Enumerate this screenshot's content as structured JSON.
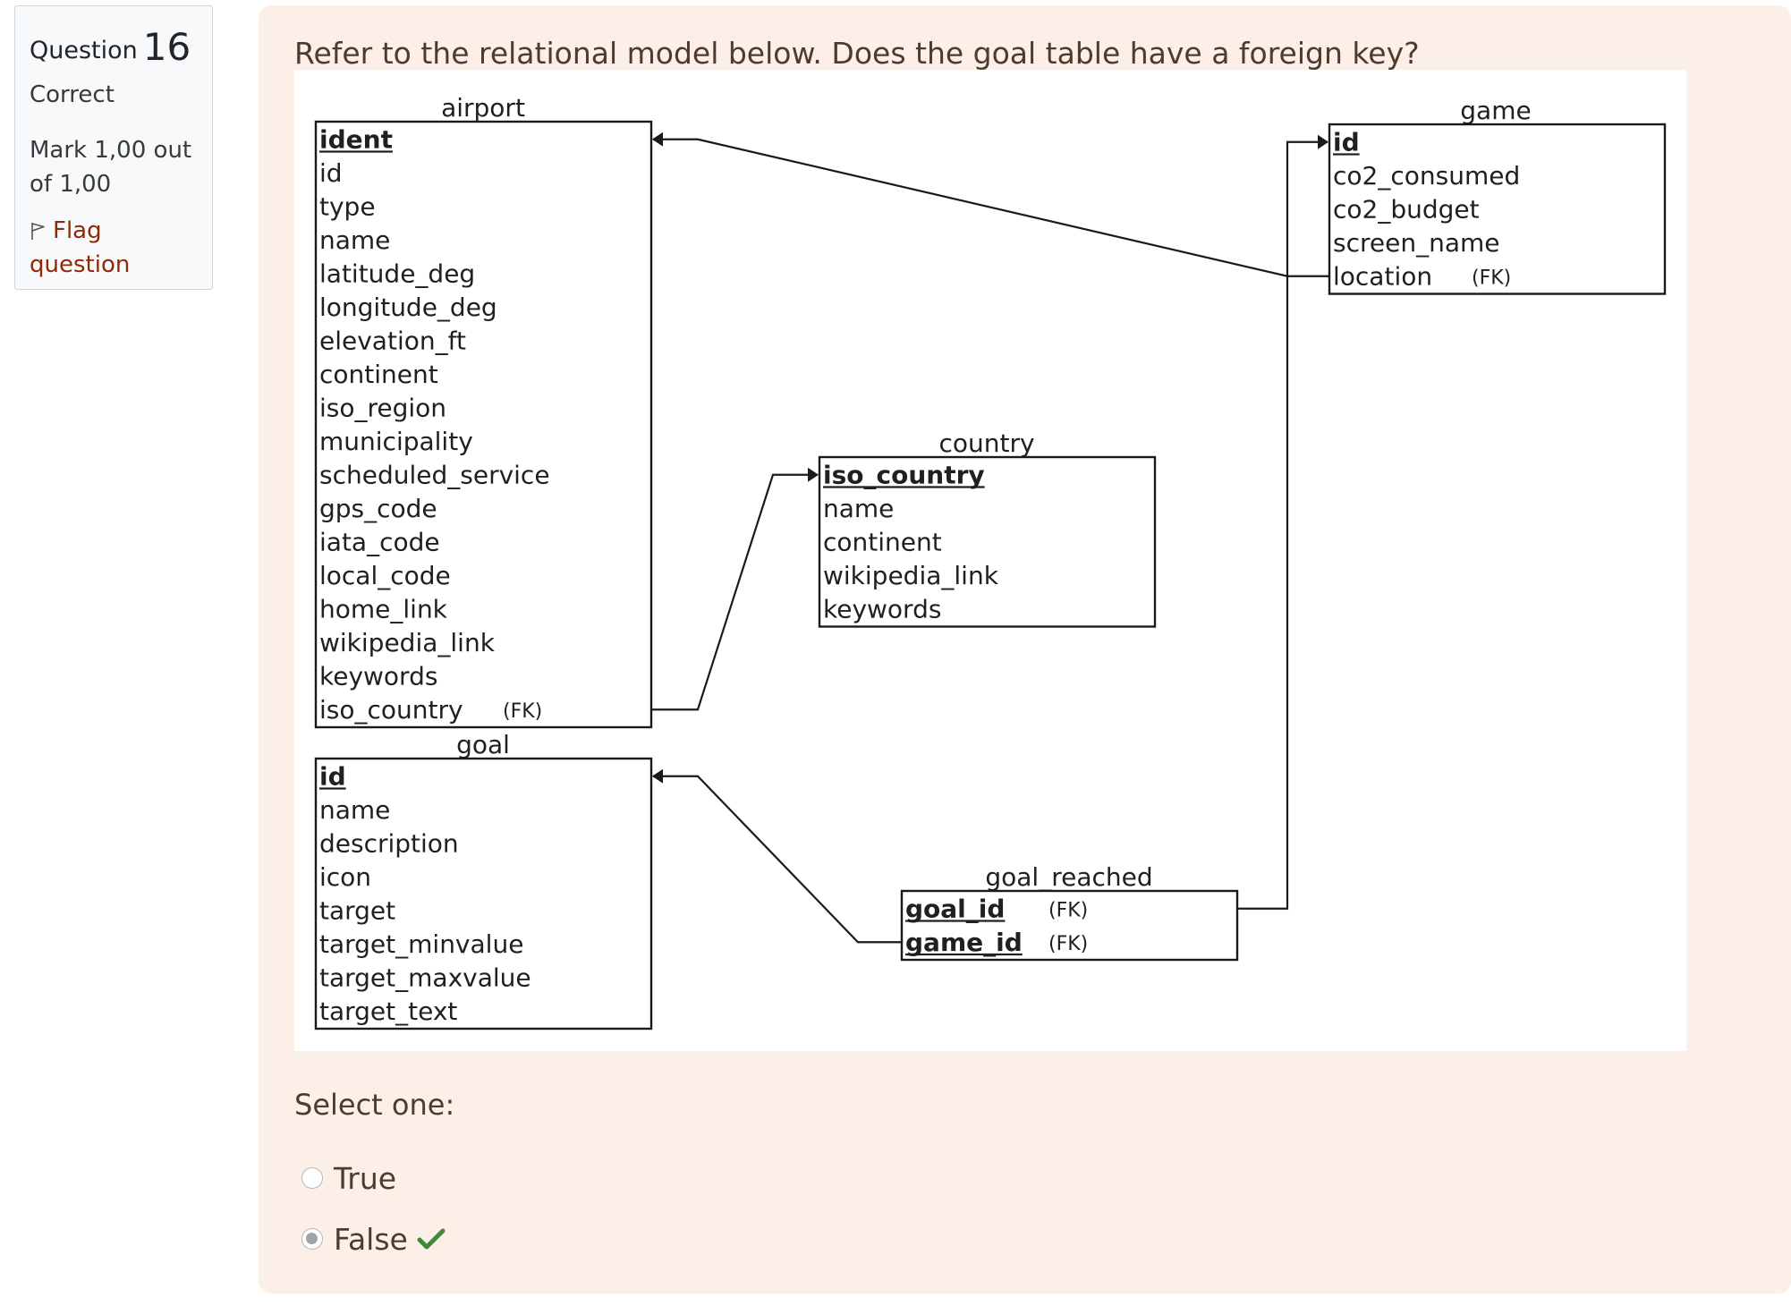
{
  "info": {
    "question_label": "Question",
    "question_number": "16",
    "state": "Correct",
    "grade_line1": "Mark 1,00 out",
    "grade_line2": "of 1,00",
    "flag_line1": "Flag",
    "flag_line2": "question"
  },
  "question": {
    "text": "Refer to the relational model below. Does the goal table have a foreign key?",
    "prompt": "Select one:",
    "options": [
      {
        "label": "True",
        "selected": false
      },
      {
        "label": "False",
        "selected": true,
        "status_icon": "check-icon"
      }
    ]
  },
  "diagram": {
    "fk_marker": "(FK)",
    "tables": {
      "airport": {
        "name": "airport",
        "fields": [
          "ident",
          "id",
          "type",
          "name",
          "latitude_deg",
          "longitude_deg",
          "elevation_ft",
          "continent",
          "iso_region",
          "municipality",
          "scheduled_service",
          "gps_code",
          "iata_code",
          "local_code",
          "home_link",
          "wikipedia_link",
          "keywords",
          "iso_country"
        ],
        "primary_key": [
          "ident"
        ],
        "foreign_keys": [
          "iso_country"
        ]
      },
      "game": {
        "name": "game",
        "fields": [
          "id",
          "co2_consumed",
          "co2_budget",
          "screen_name",
          "location"
        ],
        "primary_key": [
          "id"
        ],
        "foreign_keys": [
          "location"
        ]
      },
      "country": {
        "name": "country",
        "fields": [
          "iso_country",
          "name",
          "continent",
          "wikipedia_link",
          "keywords"
        ],
        "primary_key": [
          "iso_country"
        ],
        "foreign_keys": []
      },
      "goal": {
        "name": "goal",
        "fields": [
          "id",
          "name",
          "description",
          "icon",
          "target",
          "target_minvalue",
          "target_maxvalue",
          "target_text"
        ],
        "primary_key": [
          "id"
        ],
        "foreign_keys": []
      },
      "goal_reached": {
        "name": "goal_reached",
        "fields": [
          "goal_id",
          "game_id"
        ],
        "primary_key": [
          "goal_id",
          "game_id"
        ],
        "foreign_keys": [
          "goal_id",
          "game_id"
        ]
      }
    },
    "relations": [
      {
        "from": "game.location",
        "to": "airport.ident"
      },
      {
        "from": "airport.iso_country",
        "to": "country.iso_country"
      },
      {
        "from": "goal_reached.goal_id",
        "to": "goal.id"
      },
      {
        "from": "goal_reached.game_id",
        "to": "game.id"
      }
    ]
  },
  "colors": {
    "content_bg": "#fcefe8",
    "info_bg": "#f8f9fa",
    "flag_link": "#8f2a08",
    "check": "#3f8a3a"
  }
}
